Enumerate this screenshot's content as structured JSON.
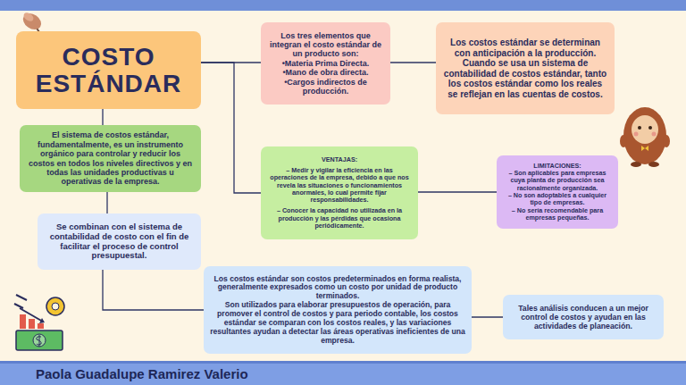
{
  "diagram": {
    "nodes": [
      {
        "text": [
          "COSTO ESTÁNDAR"
        ]
      },
      {
        "text": [
          "El sistema de costos estándar, fundamentalmente, es un instrumento orgánico para controlar y reducir los costos en todos los niveles directivos y en todas las unidades productivas u operativas de la empresa."
        ]
      },
      {
        "text": [
          "Se combinan con el sistema de contabilidad de costo con el fin de facilitar el proceso de control presupuestal."
        ]
      },
      {
        "text": [
          "Los tres elementos que integran el costo estándar de un producto son:",
          "•Materia Prima Directa.",
          "•Mano de obra directa.",
          "•Cargos indirectos de producción."
        ]
      },
      {
        "text": [
          "Los costos estándar se determinan con anticipación a la producción. Cuando se usa un sistema de contabilidad de costos estándar, tanto los costos estándar como los reales se reflejan en las cuentas de costos."
        ]
      },
      {
        "text": [
          "VENTAJAS:",
          "– Medir y vigilar la eficiencia en las operaciones de la empresa, debido a que nos revela las situaciones o funcionamientos anormales, lo cual permite fijar responsabilidades.",
          "– Conocer la capacidad no utilizada en la producción y las pérdidas que ocasiona periódicamente."
        ]
      },
      {
        "text": [
          "LIMITACIONES:",
          "– Son aplicables para empresas cuya planta de producción sea racionalmente organizada.",
          "– No son adoptables a cualquier tipo de empresas.",
          "– No sería recomendable para empresas pequeñas."
        ]
      },
      {
        "text": [
          "Los costos estándar son costos predeterminados en forma realista, generalmente expresados como un costo por unidad de producto terminados.",
          "Son utilizados para elaborar presupuestos de operación, para promover el control de costos y para periodo contable, los costos estándar se comparan con los costos reales, y las variaciones resultantes ayudan a detectar las áreas operativas ineficientes de una empresa."
        ]
      },
      {
        "text": [
          "Tales análisis conducen a un mejor control de costos y ayudan en las actividades de planeación."
        ]
      }
    ],
    "edges": [
      {
        "from": 0,
        "to": 1,
        "arrow": "none"
      },
      {
        "from": 1,
        "to": 2,
        "arrow": "none"
      },
      {
        "from": 2,
        "to": 7,
        "arrow": "none"
      },
      {
        "from": 7,
        "to": 8,
        "arrow": "none"
      },
      {
        "from": 0,
        "to": 3,
        "arrow": "none"
      },
      {
        "from": 3,
        "to": 4,
        "arrow": "none"
      },
      {
        "from": 0,
        "to": 5,
        "arrow": "none"
      },
      {
        "from": 5,
        "to": 6,
        "arrow": "none"
      }
    ],
    "labels": [
      "Paola Guadalupe Ramirez Valerio"
    ]
  }
}
